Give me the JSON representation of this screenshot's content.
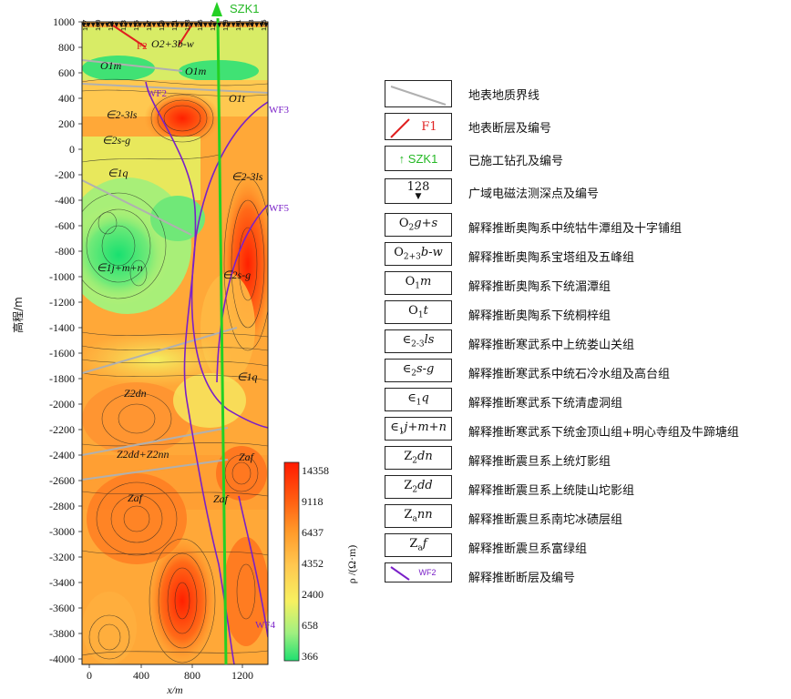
{
  "borehole_label": "SZK1",
  "y_axis": {
    "label": "高程/m",
    "ticks": [
      "1000",
      "800",
      "600",
      "400",
      "200",
      "0",
      "-200",
      "-400",
      "-600",
      "-800",
      "-1000",
      "-1200",
      "-1400",
      "-1600",
      "-1800",
      "-2000",
      "-2200",
      "-2400",
      "-2600",
      "-2800",
      "-3000",
      "-3200",
      "-3400",
      "-3600",
      "-3800",
      "-4000"
    ]
  },
  "x_axis": {
    "label": "x/m",
    "ticks": [
      "0",
      "400",
      "800",
      "1200"
    ]
  },
  "station_labels": [
    "107",
    "109",
    "111",
    "113",
    "115",
    "117",
    "119",
    "121",
    "123",
    "125",
    "127",
    "129",
    "131",
    "133",
    "135"
  ],
  "section_labels": {
    "F2": "F2",
    "WF2": "WF2",
    "WF3": "WF3",
    "WF4": "WF4",
    "WF5": "WF5",
    "O23bw": "O2+3b-w",
    "O1m_left": "O1m",
    "O1m_right": "O1m",
    "O1t": "O1t",
    "e23ls_left": "∈2-3ls",
    "e2sg_left": "∈2s-g",
    "e1q_left": "∈1q",
    "e23ls_right": "∈2-3ls",
    "e1jmn": "∈1j+m+n",
    "e2sg_right": "∈2s-g",
    "e1q_right": "∈1q",
    "Z2dn": "Z2dn",
    "Z2dd_Zann": "Z2dd+Z2nn",
    "Zaf_right": "Zaf",
    "Zaf_left": "Zaf",
    "Zaf_mid": "Zaf"
  },
  "colorbar": {
    "unit_label": "ρ /(Ω·m)",
    "ticks": [
      "14358",
      "9118",
      "6437",
      "4352",
      "2400",
      "658",
      "366"
    ],
    "colors": [
      "#ff1a00",
      "#ff5a10",
      "#ff9a2a",
      "#ffc850",
      "#f7f060",
      "#a0f080",
      "#20e070"
    ]
  },
  "legend": [
    {
      "symbol": "surface-boundary",
      "text": "地表地质界线"
    },
    {
      "symbol": "surface-fault",
      "box_text": "F1",
      "text": "地表断层及编号"
    },
    {
      "symbol": "borehole",
      "box_text": "SZK1",
      "text": "已施工钻孔及编号"
    },
    {
      "symbol": "em-point",
      "box_text": "128",
      "text": "广域电磁法测深点及编号"
    },
    {
      "symbol": "unit",
      "box_text": "O2g+s",
      "text": "解释推断奥陶系中统牯牛潭组及十字铺组"
    },
    {
      "symbol": "unit",
      "box_text": "O2+3b-w",
      "text": "解释推断奥陶系宝塔组及五峰组"
    },
    {
      "symbol": "unit",
      "box_text": "O1m",
      "text": "解释推断奥陶系下统湄潭组"
    },
    {
      "symbol": "unit",
      "box_text": "O1t",
      "text": "解释推断奥陶系下统桐梓组"
    },
    {
      "symbol": "unit",
      "box_text": "∈2-3ls",
      "text": "解释推断寒武系中上统娄山关组"
    },
    {
      "symbol": "unit",
      "box_text": "∈2s-g",
      "text": "解释推断寒武系中统石冷水组及高台组"
    },
    {
      "symbol": "unit",
      "box_text": "∈1q",
      "text": "解释推断寒武系下统清虚洞组"
    },
    {
      "symbol": "unit",
      "box_text": "∈1j+m+n",
      "text": "解释推断寒武系下统金顶山组+明心寺组及牛蹄塘组"
    },
    {
      "symbol": "unit",
      "box_text": "Z2dn",
      "text": "解释推断震旦系上统灯影组"
    },
    {
      "symbol": "unit",
      "box_text": "Z2dd",
      "text": "解释推断震旦系上统陡山坨影组"
    },
    {
      "symbol": "unit",
      "box_text": "Zann",
      "text": "解释推断震旦系南坨冰碛层组"
    },
    {
      "symbol": "unit",
      "box_text": "Zaf",
      "text": "解释推断震旦系富绿组"
    },
    {
      "symbol": "inferred-fault",
      "box_text": "WF2",
      "text": "解释推断断层及编号"
    }
  ]
}
